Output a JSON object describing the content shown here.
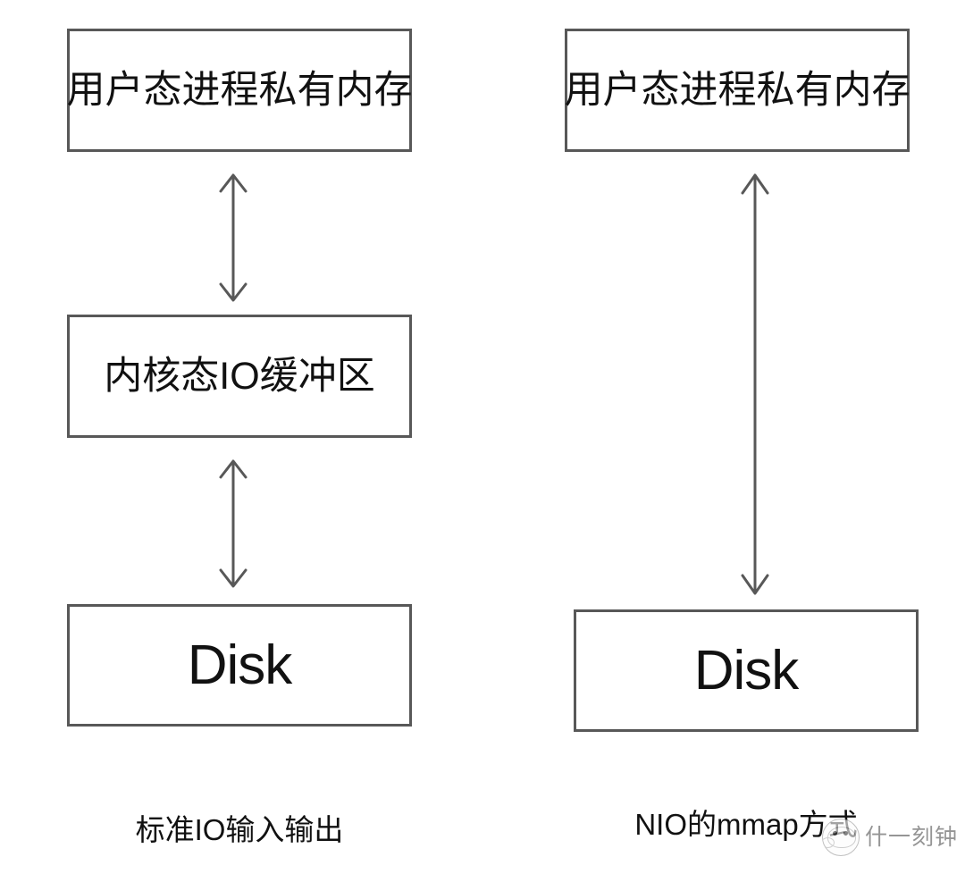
{
  "diagram": {
    "title_alt": "Standard IO vs NIO mmap data path comparison",
    "stroke_color": "#585858",
    "text_color": "#111111",
    "background": "#ffffff",
    "columns": [
      {
        "id": "standard-io",
        "caption": "标准IO输入输出",
        "boxes": [
          {
            "id": "user-memory",
            "label": "用户态进程私有内存",
            "script": "cjk"
          },
          {
            "id": "kernel-io-buffer",
            "label": "内核态IO缓冲区",
            "script": "cjk"
          },
          {
            "id": "disk",
            "label": "Disk",
            "script": "latin"
          }
        ],
        "arrows": [
          {
            "id": "user-to-kernel",
            "style": "double-headed-vertical"
          },
          {
            "id": "kernel-to-disk",
            "style": "double-headed-vertical"
          }
        ]
      },
      {
        "id": "nio-mmap",
        "caption": "NIO的mmap方式",
        "boxes": [
          {
            "id": "user-memory",
            "label": "用户态进程私有内存",
            "script": "cjk"
          },
          {
            "id": "disk",
            "label": "Disk",
            "script": "latin"
          }
        ],
        "arrows": [
          {
            "id": "user-to-disk",
            "style": "double-headed-vertical"
          }
        ]
      }
    ]
  },
  "watermark": {
    "text": "什一刻钟",
    "logo_name": "whale-avatar-logo"
  }
}
